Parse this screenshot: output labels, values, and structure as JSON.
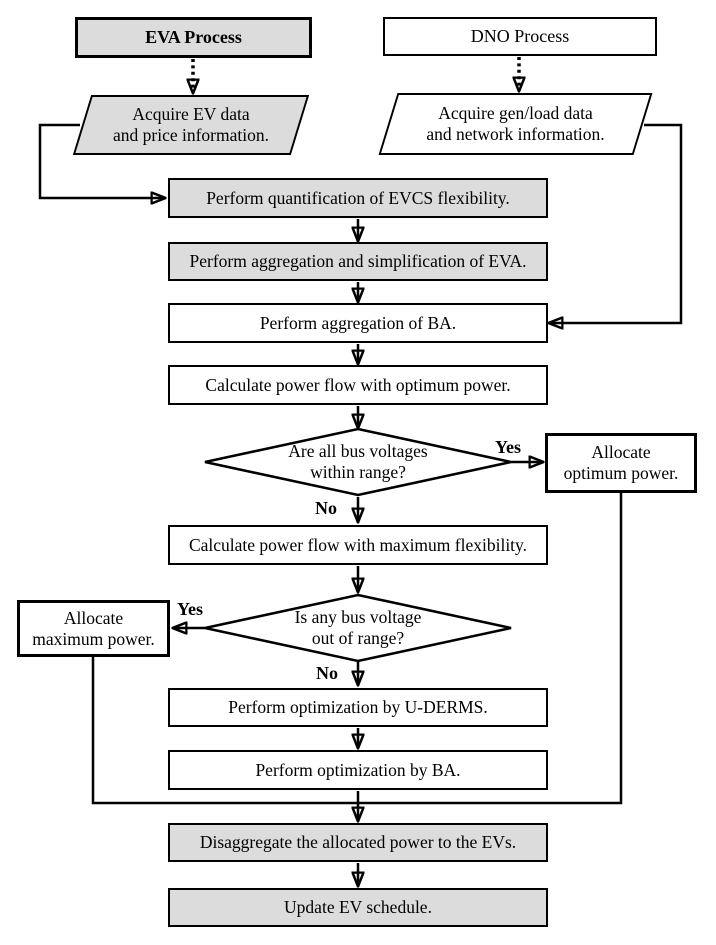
{
  "diagram": {
    "nodes": {
      "eva_process": {
        "label": "EVA Process"
      },
      "dno_process": {
        "label": "DNO Process"
      },
      "acquire_ev": {
        "line1": "Acquire EV data",
        "line2": "and price information."
      },
      "acquire_gen": {
        "line1": "Acquire gen/load data",
        "line2": "and network information."
      },
      "quantify_evcs": {
        "label": "Perform quantification of EVCS flexibility."
      },
      "aggregate_eva": {
        "label": "Perform aggregation and simplification of EVA."
      },
      "aggregate_ba": {
        "label": "Perform aggregation of BA."
      },
      "pf_optimum": {
        "label": "Calculate power flow with optimum power."
      },
      "decision_within_range": {
        "line1": "Are all bus voltages",
        "line2": "within range?"
      },
      "allocate_optimum": {
        "line1": "Allocate",
        "line2": "optimum power."
      },
      "pf_max_flex": {
        "label": "Calculate power flow with maximum flexibility."
      },
      "decision_out_of_range": {
        "line1": "Is any bus voltage",
        "line2": "out of range?"
      },
      "allocate_maximum": {
        "line1": "Allocate",
        "line2": "maximum power."
      },
      "optimize_uderms": {
        "label": "Perform optimization by U-DERMS."
      },
      "optimize_ba": {
        "label": "Perform optimization by BA."
      },
      "disaggregate": {
        "label": "Disaggregate the allocated power to the EVs."
      },
      "update_schedule": {
        "label": "Update EV schedule."
      }
    },
    "edge_labels": {
      "yes_within_range": "Yes",
      "no_within_range": "No",
      "yes_out_of_range": "Yes",
      "no_out_of_range": "No"
    },
    "colors": {
      "node_fill_gray": "#dcdcdc",
      "node_fill_white": "#ffffff",
      "line_color": "#000000"
    }
  }
}
